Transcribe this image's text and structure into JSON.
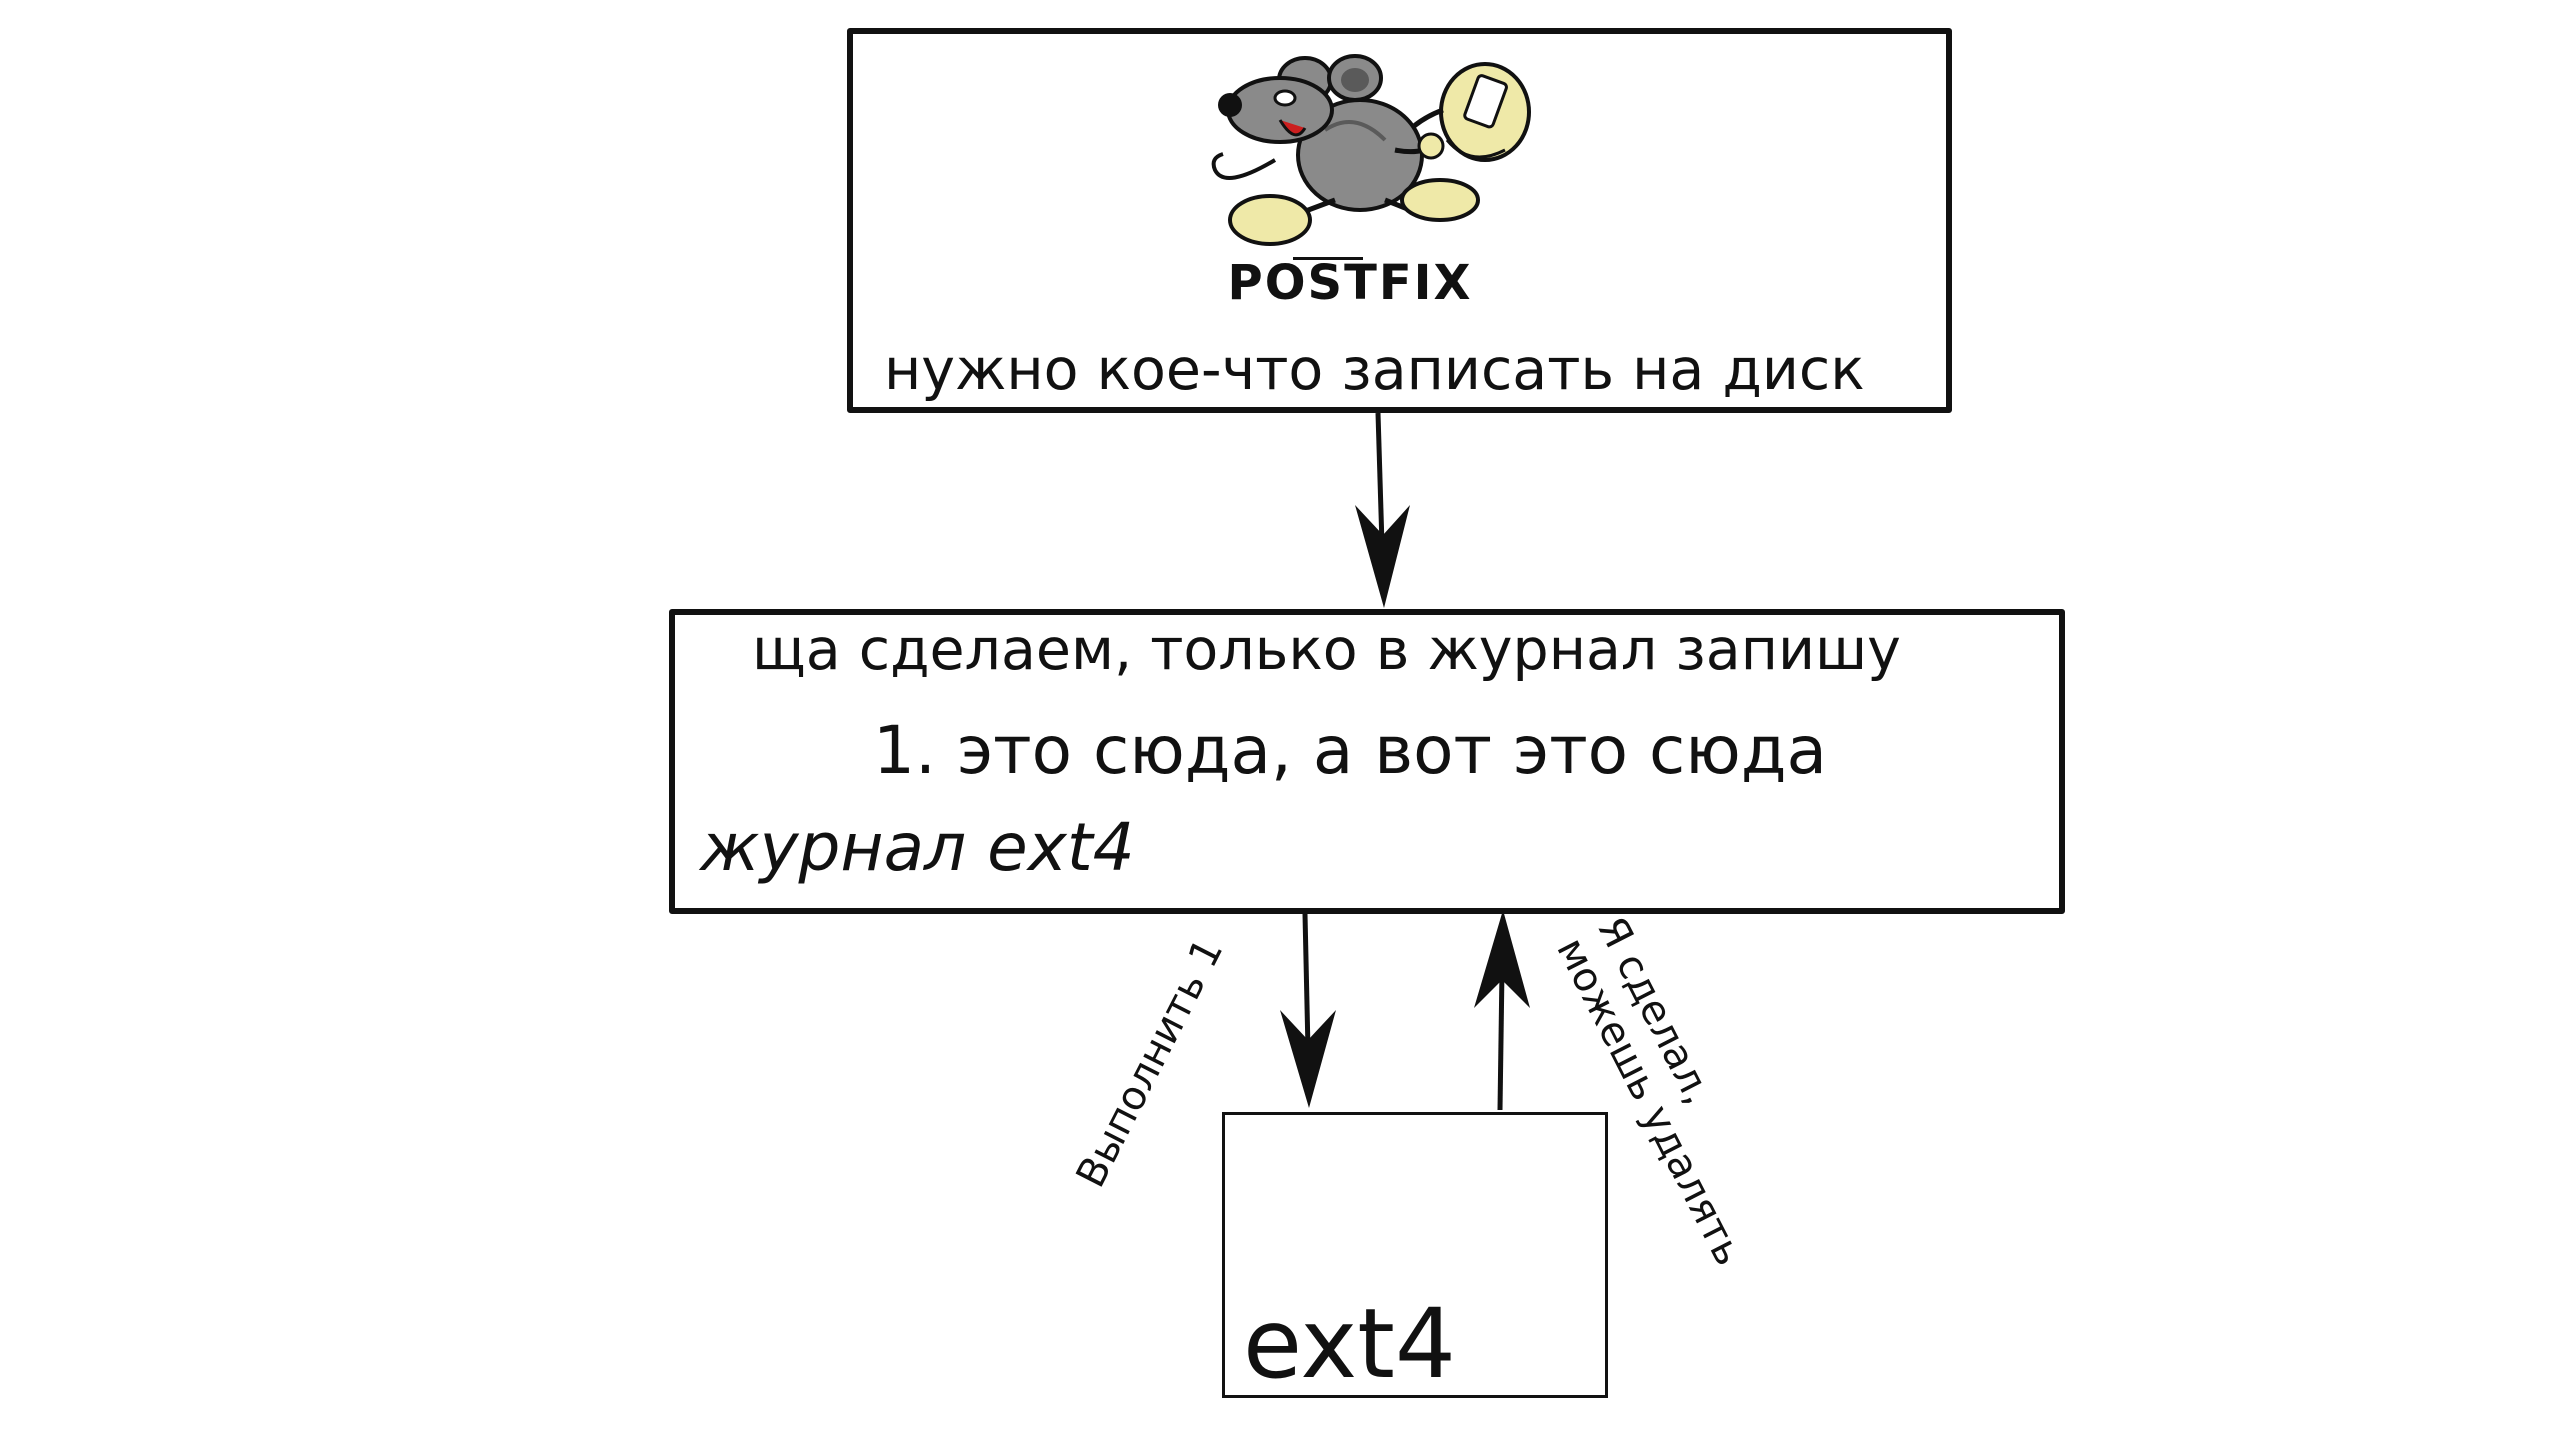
{
  "nodes": {
    "postfix": {
      "logo_text": "POSTFIX",
      "caption": "нужно кое-что записать на диск"
    },
    "journal": {
      "line1": "ща сделаем, только в журнал запишу",
      "line2": "1. это сюда, а вот это сюда",
      "line3": "журнал ext4"
    },
    "ext4": {
      "label": "ext4"
    }
  },
  "edges": {
    "do_step": {
      "label": "Выполнить 1"
    },
    "done": {
      "label_line1": "Я сделал,",
      "label_line2": "можешь удалять"
    }
  },
  "colors": {
    "stroke": "#111111",
    "mouse_grey": "#8a8a8a",
    "mouse_dark": "#5a5a5a",
    "shoe_yellow": "#efe9a8",
    "tongue_red": "#cc1f1f"
  }
}
